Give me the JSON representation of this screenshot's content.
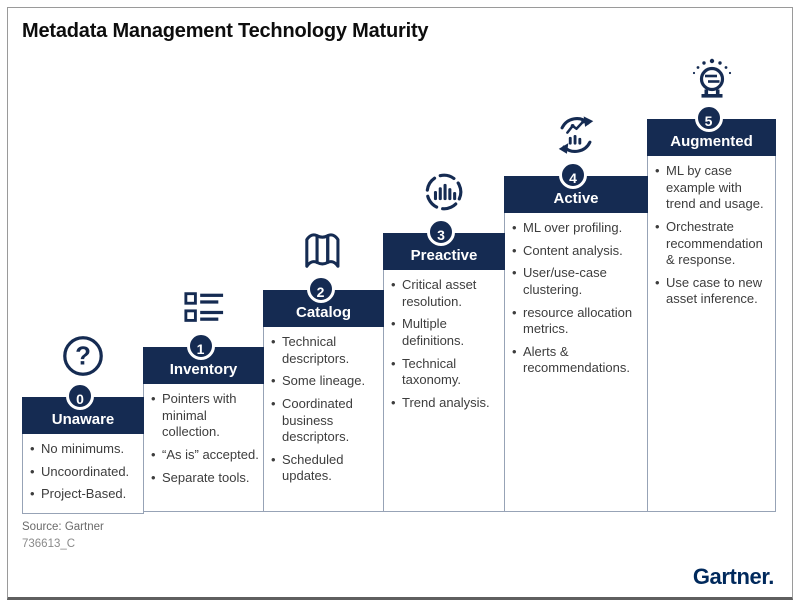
{
  "title": "Metadata Management Technology Maturity",
  "source_line1": "Source: Gartner",
  "source_line2": "736613_C",
  "brand": "Gartner.",
  "colors": {
    "navy": "#152b52",
    "logo_navy": "#00295c",
    "box_border": "#97a3b6",
    "body_text": "#3d3d3d"
  },
  "levels": [
    {
      "number": "0",
      "name": "Unaware",
      "icon": "question-circle-icon",
      "bullets": [
        "No minimums.",
        "Uncoordinated.",
        "Project-Based."
      ]
    },
    {
      "number": "1",
      "name": "Inventory",
      "icon": "list-icon",
      "bullets": [
        "Pointers with minimal collection.",
        "“As is” accepted.",
        "Separate tools."
      ]
    },
    {
      "number": "2",
      "name": "Catalog",
      "icon": "map-icon",
      "bullets": [
        "Technical descriptors.",
        "Some lineage.",
        "Coordinated business descriptors.",
        "Scheduled updates."
      ]
    },
    {
      "number": "3",
      "name": "Preactive",
      "icon": "bar-chart-dashed-circle-icon",
      "bullets": [
        "Critical asset resolution.",
        "Multiple definitions.",
        "Technical taxonomy.",
        "Trend analysis."
      ]
    },
    {
      "number": "4",
      "name": "Active",
      "icon": "chart-cycle-icon",
      "bullets": [
        "ML over profiling.",
        "Content analysis.",
        "User/use-case clustering.",
        "resource allocation metrics.",
        "Alerts & recommendations."
      ]
    },
    {
      "number": "5",
      "name": "Augmented",
      "icon": "crystal-ball-icon",
      "bullets": [
        "ML by case example with trend and usage.",
        "Orchestrate recommendation & response.",
        "Use case to new asset inference."
      ]
    }
  ]
}
